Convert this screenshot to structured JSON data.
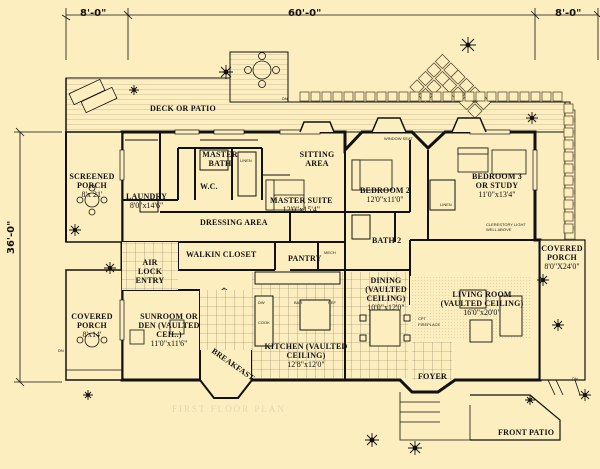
{
  "dimensions": {
    "left_top": "8'-0\"",
    "center_top": "60'-0\"",
    "right_top": "8'-0\"",
    "left_side": "36'-0\""
  },
  "rooms": {
    "deck": {
      "name": "DECK OR PATIO"
    },
    "screened_porch": {
      "name": "SCREENED PORCH",
      "size": "8'x 21'"
    },
    "laundry": {
      "name": "LAUNDRY",
      "size": "8'0\"x14'6\""
    },
    "master_bath": {
      "name": "MASTER BATH"
    },
    "wc": {
      "name": "W.C."
    },
    "dressing": {
      "name": "DRESSING AREA"
    },
    "sitting": {
      "name": "SITTING AREA"
    },
    "master_suite": {
      "name": "MASTER SUITE",
      "size": "12'0\"x15'4\""
    },
    "bedroom2": {
      "name": "BEDROOM 2",
      "size": "12'0\"x11'0\""
    },
    "bedroom3": {
      "name": "BEDROOM 3 OR STUDY",
      "size": "11'0\"x13'4\""
    },
    "walkin": {
      "name": "WALKIN CLOSET"
    },
    "air_lock": {
      "name": "AIR LOCK ENTRY"
    },
    "pantry": {
      "name": "PANTRY"
    },
    "bath2": {
      "name": "BATH 2"
    },
    "covered_porch_right": {
      "name": "COVERED PORCH",
      "size": "8'0\"X24'0\""
    },
    "covered_porch_left": {
      "name": "COVERED PORCH",
      "size": "8'x14'"
    },
    "sunroom": {
      "name": "SUNROOM OR DEN (VAULTED CEIL.)",
      "size": "11'0\"x11'6\""
    },
    "breakfast": {
      "name": "BREAKFAST"
    },
    "kitchen": {
      "name": "KITCHEN (VAULTED CEILING)",
      "size": "12'8\"x12'0\""
    },
    "dining": {
      "name": "DINING (VAULTED CEILING)",
      "size": "10'0\"x12'0\""
    },
    "living": {
      "name": "LIVING ROOM (VAULTED CEILING)",
      "size": "16'0\"x20'0\""
    },
    "foyer": {
      "name": "FOYER"
    },
    "front_patio": {
      "name": "FRONT PATIO"
    }
  },
  "fixtures": {
    "linen": "LINEN",
    "linen2": "LINEN",
    "window_seat": "WINDOW SEAT",
    "clerestory": "CLERESTORY LIGHT WELL ABOVE",
    "mech": "MECH",
    "dn_top": "DN",
    "dn_left": "DN",
    "dn_right": "DN",
    "dw": "DW",
    "ref": "REF",
    "cook": "COOK",
    "bar": "BAR",
    "fireplace": "FIREPLACE",
    "cpt": "CPT"
  },
  "plan_title": "FIRST FLOOR PLAN"
}
